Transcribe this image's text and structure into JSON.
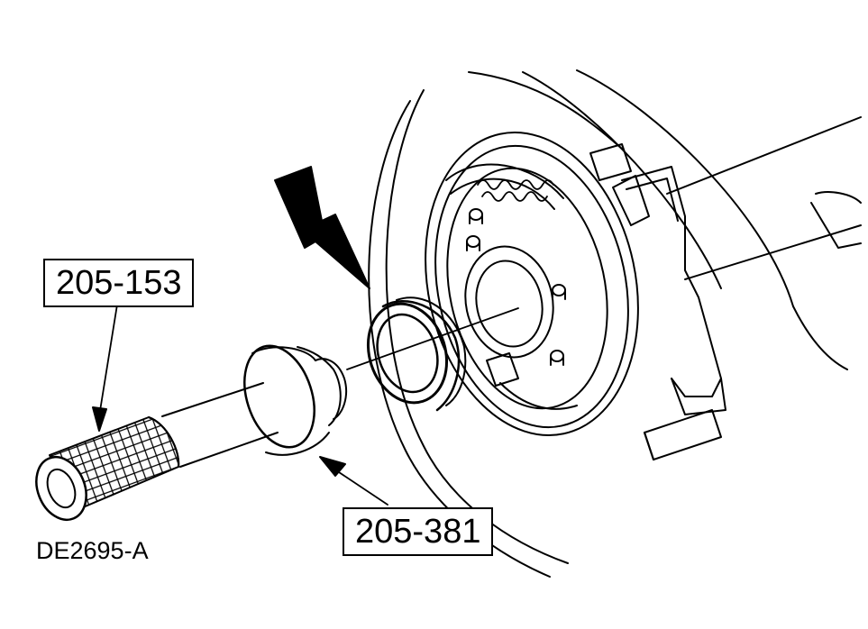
{
  "callouts": {
    "tool_handle": "205-153",
    "tool_installer": "205-381"
  },
  "figure_id": "DE2695-A",
  "colors": {
    "line": "#000000",
    "background": "#ffffff"
  }
}
